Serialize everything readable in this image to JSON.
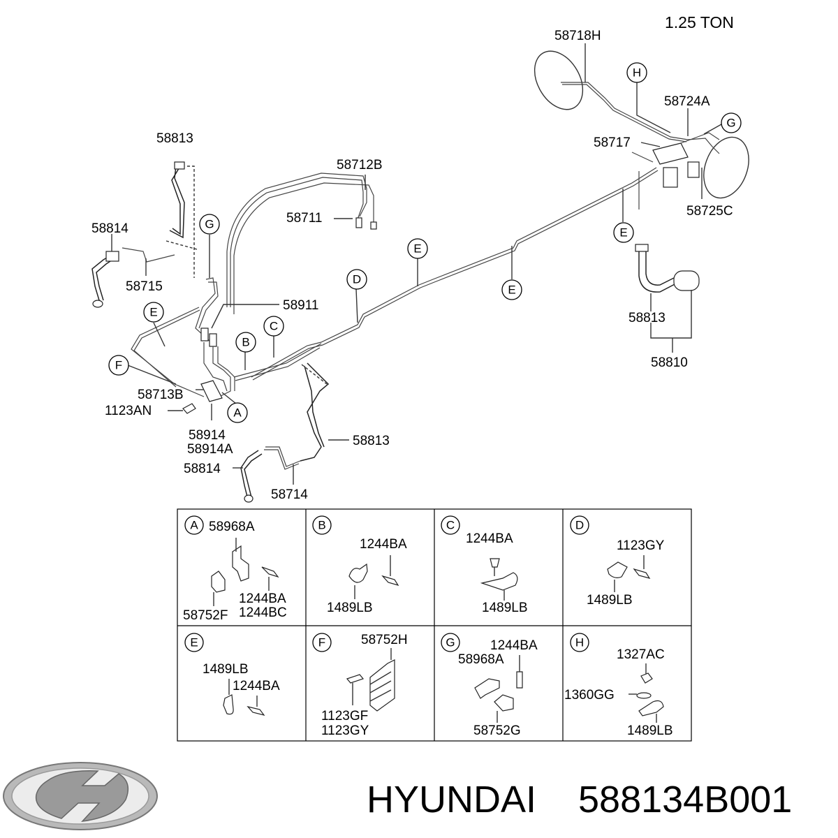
{
  "header": {
    "capacity": "1.25 TON"
  },
  "upper_labels": {
    "l_58718H": "58718H",
    "l_58724A": "58724A",
    "l_58717": "58717",
    "l_58725C": "58725C",
    "l_58813_top": "58813",
    "l_58712B": "58712B",
    "l_58711": "58711",
    "l_58814_top": "58814",
    "l_58715": "58715",
    "l_58911": "58911",
    "l_58713B": "58713B",
    "l_1123AN": "1123AN",
    "l_58914": "58914",
    "l_58914A": "58914A",
    "l_58813_mid": "58813",
    "l_58814_bot": "58814",
    "l_58714": "58714",
    "l_58813_right": "58813",
    "l_58810": "58810"
  },
  "callouts": {
    "H": "H",
    "G_right": "G",
    "G_left": "G",
    "E_left": "E",
    "E_center": "E",
    "E_mid": "E",
    "E_right": "E",
    "D": "D",
    "C": "C",
    "B": "B",
    "A": "A",
    "F": "F"
  },
  "detail_cells": [
    {
      "letter": "A",
      "parts": [
        "58968A",
        "1244BA",
        "1244BC",
        "58752F"
      ]
    },
    {
      "letter": "B",
      "parts": [
        "1244BA",
        "1489LB"
      ]
    },
    {
      "letter": "C",
      "parts": [
        "1244BA",
        "1489LB"
      ]
    },
    {
      "letter": "D",
      "parts": [
        "1123GY",
        "1489LB"
      ]
    },
    {
      "letter": "E",
      "parts": [
        "1489LB",
        "1244BA"
      ]
    },
    {
      "letter": "F",
      "parts": [
        "58752H",
        "1123GF",
        "1123GY"
      ]
    },
    {
      "letter": "G",
      "parts": [
        "1244BA",
        "58968A",
        "58752G"
      ]
    },
    {
      "letter": "H",
      "parts": [
        "1327AC",
        "1360GG",
        "1489LB"
      ]
    }
  ],
  "footer": {
    "brand": "HYUNDAI",
    "part_number": "588134B001",
    "logo": "hyundai-logo-icon"
  }
}
